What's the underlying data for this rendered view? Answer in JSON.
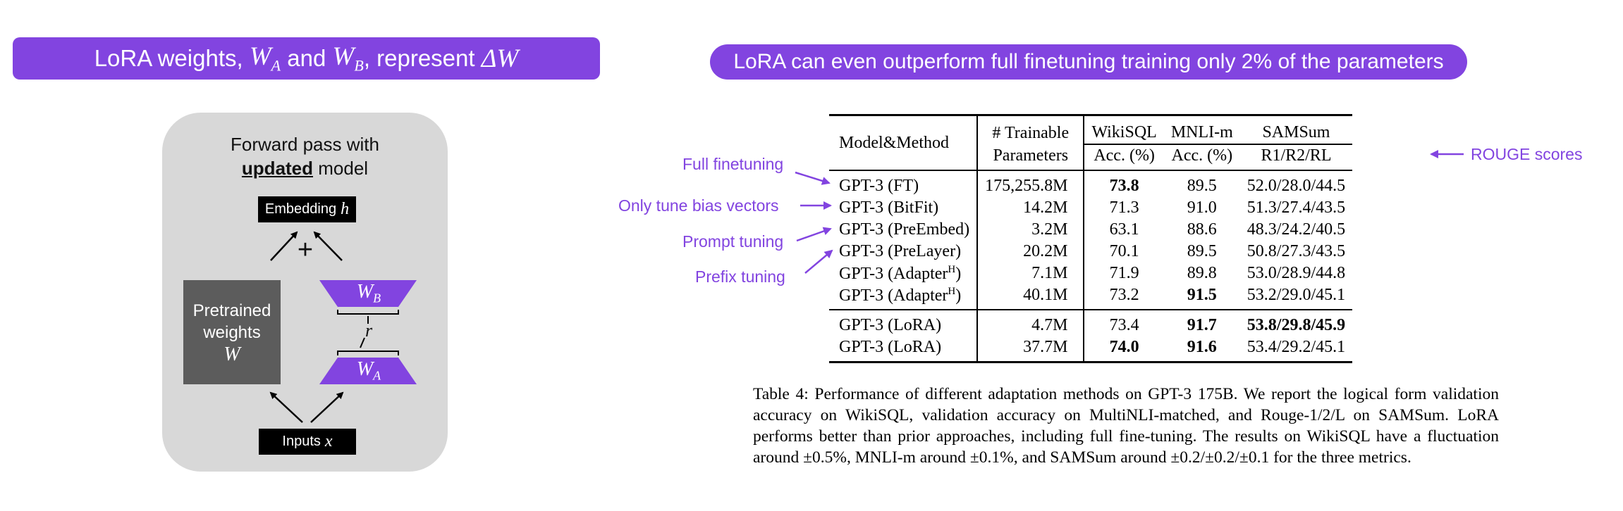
{
  "titles": {
    "left_prefix": "LoRA weights, ",
    "left_wa_base": "W",
    "left_wa_sub": "A",
    "left_mid": " and ",
    "left_wb_base": "W",
    "left_wb_sub": "B",
    "left_suffix": ", represent ",
    "left_delta": "ΔW",
    "right": "LoRA can even outperform full finetuning training only 2% of the parameters"
  },
  "diagram": {
    "heading_line1": "Forward pass with",
    "heading_bold": "updated",
    "heading_rest": " model",
    "embedding_label": "Embedding",
    "embedding_var": "h",
    "plus": "+",
    "pretrained_line1": "Pretrained",
    "pretrained_line2": "weights",
    "pretrained_var": "W",
    "wb_label": "W",
    "wb_sub": "B",
    "wa_label": "W",
    "wa_sub": "A",
    "rank_label": "r",
    "inputs_label": "Inputs",
    "inputs_var": "x"
  },
  "annotations": {
    "full_finetuning": "Full finetuning",
    "bias_vectors": "Only tune bias vectors",
    "prompt_tuning": "Prompt tuning",
    "prefix_tuning": "Prefix tuning",
    "rouge_scores": "ROUGE scores"
  },
  "table": {
    "header_row1": [
      "Model&Method",
      "# Trainable",
      "WikiSQL",
      "MNLI-m",
      "SAMSum"
    ],
    "header_row2": [
      "Parameters",
      "Acc. (%)",
      "Acc. (%)",
      "R1/R2/RL"
    ],
    "rows": [
      {
        "method": "GPT-3 (FT)",
        "sup": "",
        "params": "175,255.8M",
        "wikisql": "73.8",
        "mnli": "89.5",
        "samsum": "52.0/28.0/44.5"
      },
      {
        "method": "GPT-3 (BitFit)",
        "sup": "",
        "params": "14.2M",
        "wikisql": "71.3",
        "mnli": "91.0",
        "samsum": "51.3/27.4/43.5"
      },
      {
        "method": "GPT-3 (PreEmbed)",
        "sup": "",
        "params": "3.2M",
        "wikisql": "63.1",
        "mnli": "88.6",
        "samsum": "48.3/24.2/40.5"
      },
      {
        "method": "GPT-3 (PreLayer)",
        "sup": "",
        "params": "20.2M",
        "wikisql": "70.1",
        "mnli": "89.5",
        "samsum": "50.8/27.3/43.5"
      },
      {
        "method": "GPT-3 (Adapter",
        "sup": "H",
        "params": "7.1M",
        "wikisql": "71.9",
        "mnli": "89.8",
        "samsum": "53.0/28.9/44.8"
      },
      {
        "method": "GPT-3 (Adapter",
        "sup": "H",
        "params": "40.1M",
        "wikisql": "73.2",
        "mnli": "91.5",
        "samsum": "53.2/29.0/45.1"
      },
      {
        "method": "GPT-3 (LoRA)",
        "sup": "",
        "params": "4.7M",
        "wikisql": "73.4",
        "mnli": "91.7",
        "samsum": "53.8/29.8/45.9"
      },
      {
        "method": "GPT-3 (LoRA)",
        "sup": "",
        "params": "37.7M",
        "wikisql": "74.0",
        "mnli": "91.6",
        "samsum": "53.4/29.2/45.1"
      }
    ]
  },
  "caption": "Table 4: Performance of different adaptation methods on GPT-3 175B. We report the logical form validation accuracy on WikiSQL, validation accuracy on MultiNLI-matched, and Rouge-1/2/L on SAMSum. LoRA performs better than prior approaches, including full fine-tuning. The results on WikiSQL have a fluctuation around ±0.5%, MNLI-m around ±0.1%, and SAMSum around ±0.2/±0.2/±0.1 for the three metrics.",
  "colors": {
    "accent": "#8244e0",
    "panel": "#d8d8d8",
    "pretrained": "#5c5c5c"
  }
}
